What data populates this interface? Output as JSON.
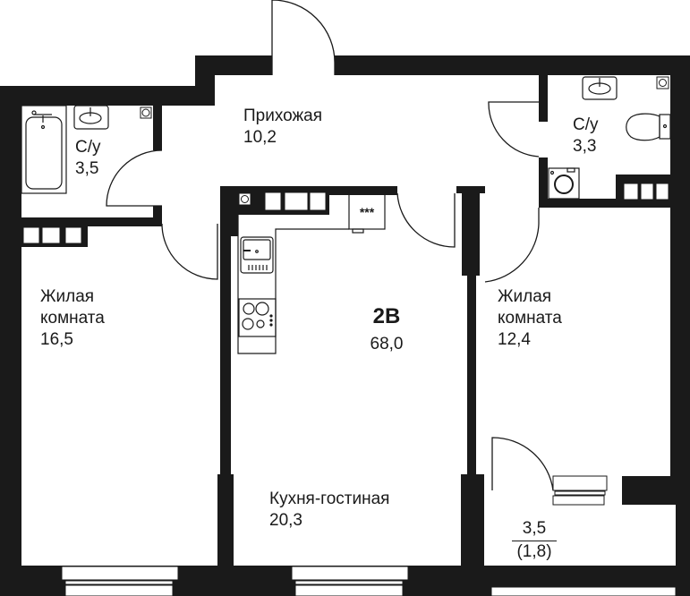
{
  "plan": {
    "apartment_type": "2В",
    "total_area": "68,0",
    "wall_color": "#1a1a1a",
    "background_color": "#ffffff"
  },
  "rooms": {
    "bathroom_left": {
      "name": "С/у",
      "area": "3,5"
    },
    "hallway": {
      "name": "Прихожая",
      "area": "10,2"
    },
    "bathroom_right": {
      "name": "С/у",
      "area": "3,3"
    },
    "living_room_left": {
      "name_line1": "Жилая",
      "name_line2": "комната",
      "area": "16,5"
    },
    "living_room_right": {
      "name_line1": "Жилая",
      "name_line2": "комната",
      "area": "12,4"
    },
    "kitchen_living": {
      "name": "Кухня-гостиная",
      "area": "20,3"
    },
    "balcony": {
      "area": "3,5",
      "area_reduced": "(1,8)"
    }
  },
  "fixtures": {
    "hob_symbol": "***"
  }
}
